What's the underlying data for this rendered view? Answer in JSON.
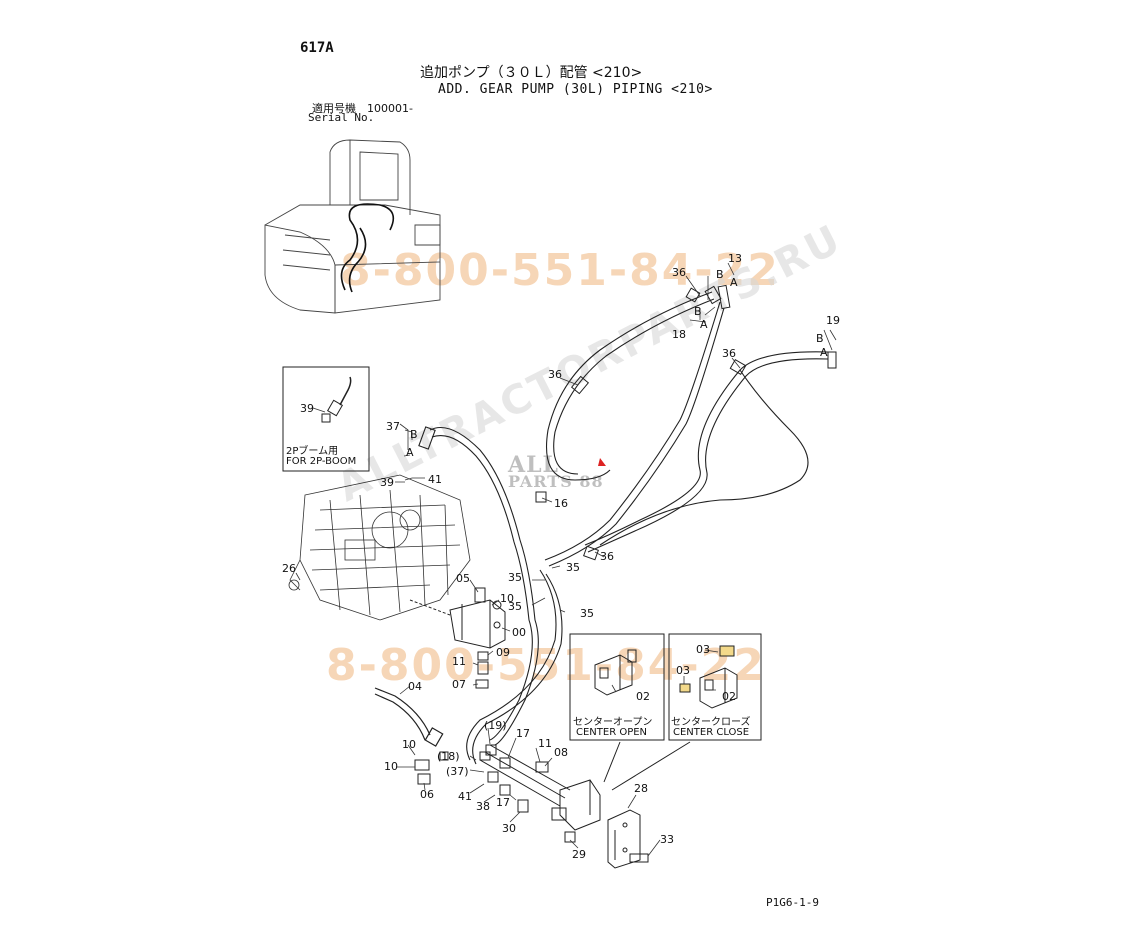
{
  "header": {
    "page_id": "617A",
    "title_jp": "追加ポンプ（３０Ｌ）配管 <210>",
    "title_en": "ADD. GEAR PUMP (30L) PIPING <210>",
    "serial_label_jp": "適用号機　100001-",
    "serial_label_en": "Serial No."
  },
  "footer": {
    "drawing_code": "P1G6-1-9"
  },
  "watermarks": {
    "phone": "8-800-551-84-22",
    "site": "ALLTRACTORPARTS.RU",
    "logo_line1": "ALL",
    "logo_line2": "PARTS 88"
  },
  "inset_boxes": {
    "boom": {
      "label_jp": "2Pブーム用",
      "label_en": "FOR 2P-BOOM"
    },
    "center_open": {
      "label_jp": "センターオープン",
      "label_en": "CENTER OPEN"
    },
    "center_close": {
      "label_jp": "センタークローズ",
      "label_en": "CENTER CLOSE"
    }
  },
  "callouts": {
    "c13": "13",
    "c36a": "36",
    "cB1": "B",
    "cA1": "A",
    "cB2": "B",
    "cA2": "A",
    "c18a": "18",
    "c19a": "19",
    "cB3": "B",
    "cA3": "A",
    "c36b": "36",
    "c36c": "36",
    "c39box": "39",
    "c37a": "37",
    "cB4": "B",
    "cA4": "A",
    "c39": "39",
    "c41a": "41",
    "c16": "16",
    "c36d": "36",
    "c35a": "35",
    "c35b": "35",
    "c35c": "35",
    "c35d": "35",
    "c26": "26",
    "c05": "05",
    "c10a": "10",
    "c00": "00",
    "c09": "09",
    "c11a": "11",
    "c07": "07",
    "c04": "04",
    "c19b": "(19)",
    "c18b": "(18)",
    "c37b": "(37)",
    "c17a": "17",
    "c11b": "11",
    "c08": "08",
    "c10b": "10",
    "c10c": "10",
    "c06": "06",
    "c41b": "41",
    "c38": "38",
    "c17b": "17",
    "c30": "30",
    "c28": "28",
    "c33": "33",
    "c29": "29",
    "c02a": "02",
    "c03a": "03",
    "c03b": "03",
    "c02b": "02"
  }
}
